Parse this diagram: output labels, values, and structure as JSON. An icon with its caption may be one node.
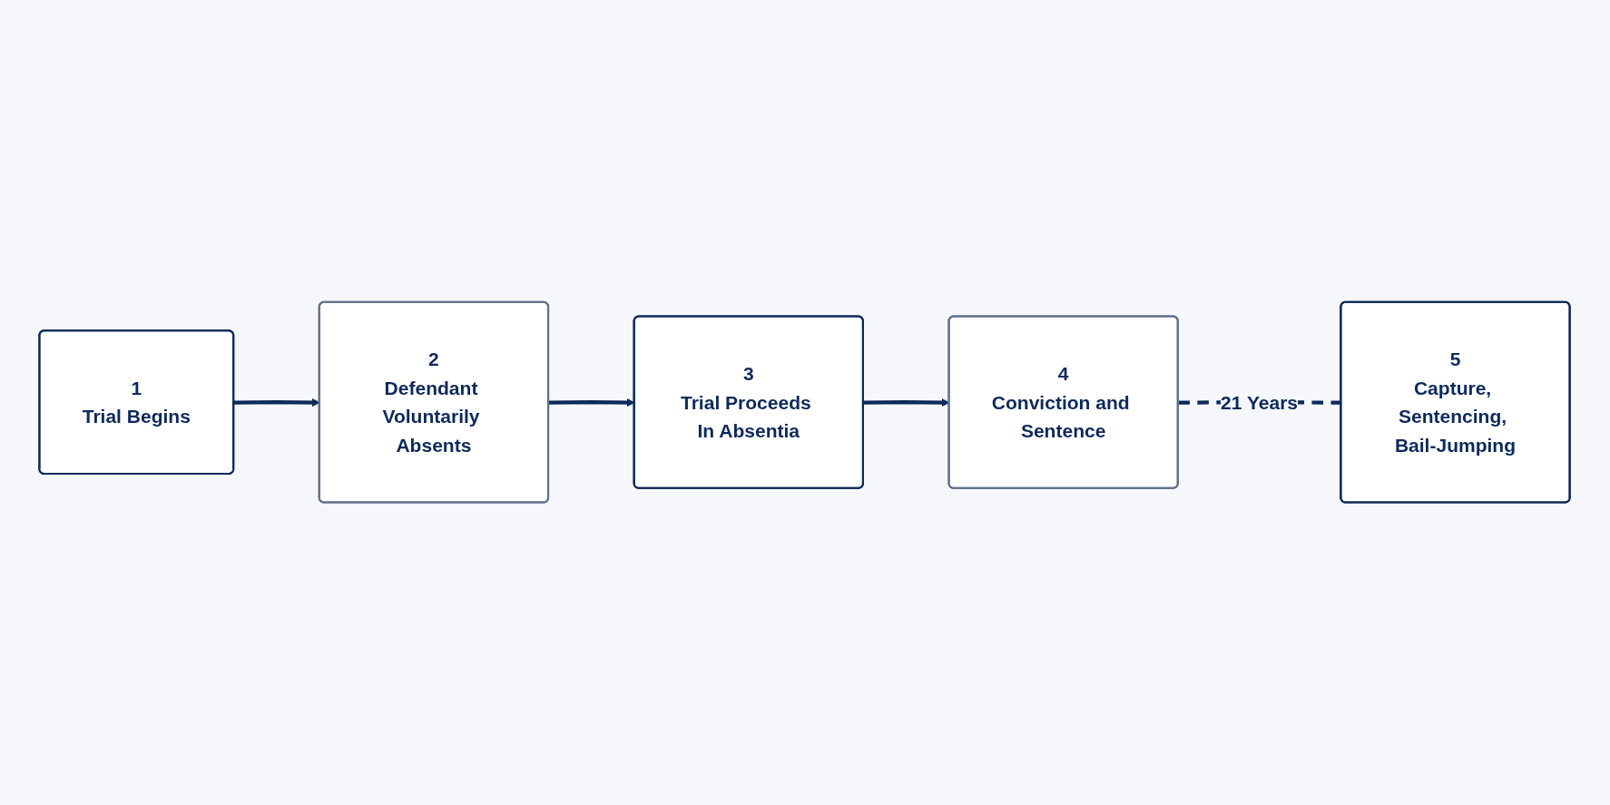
{
  "diagram": {
    "nodes": [
      {
        "text": [
          "1",
          "Trial Begins"
        ]
      },
      {
        "text": [
          "2",
          "Defendant Voluntarily Absents"
        ]
      },
      {
        "text": [
          "3",
          "Trial Proceeds In Absentia"
        ]
      },
      {
        "text": [
          "4",
          "Conviction and Sentence"
        ]
      },
      {
        "text": [
          "5",
          "Capture, Sentencing, Bail-Jumping"
        ]
      }
    ],
    "edges": [
      {
        "from": 0,
        "to": 1,
        "arrow": "to"
      },
      {
        "from": 1,
        "to": 2,
        "arrow": "to"
      },
      {
        "from": 2,
        "to": 3,
        "arrow": "to"
      },
      {
        "from": 3,
        "to": 4,
        "arrow": "none",
        "label": "21 Years",
        "style": "dashed"
      }
    ]
  }
}
